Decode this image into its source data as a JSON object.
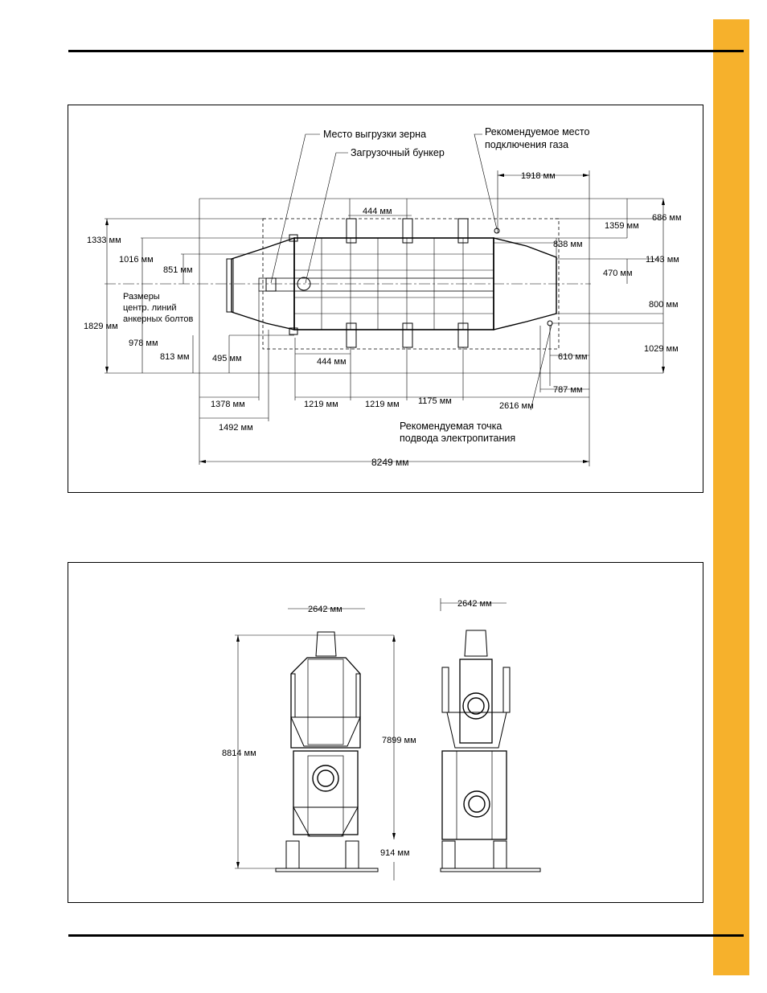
{
  "plan": {
    "grain_discharge": "Место выгрузки зерна",
    "hopper": "Загрузочный бункер",
    "gas_line1": "Рекомендуемое место",
    "gas_line2": "подключения газа",
    "anchor_line1": "Размеры",
    "anchor_line2": "центр. линий",
    "anchor_line3": "анкерных болтов",
    "power_line1": "Рекомендуемая точка",
    "power_line2": "подвода электропитания",
    "dims": {
      "d1918": "1918 мм",
      "d444_top": "444 мм",
      "d686": "686 мм",
      "d1359": "1359 мм",
      "d1333": "1333 мм",
      "d838": "838 мм",
      "d1016": "1016 мм",
      "d1143": "1143 мм",
      "d851": "851 мм",
      "d470": "470 мм",
      "d800": "800 мм",
      "d1829": "1829 мм",
      "d978": "978 мм",
      "d1029": "1029 мм",
      "d813": "813 мм",
      "d495": "495 мм",
      "d444_bot": "444 мм",
      "d610": "610 мм",
      "d787": "787 мм",
      "d1378": "1378 мм",
      "d1219a": "1219 мм",
      "d1219b": "1219 мм",
      "d1175": "1175 мм",
      "d2616": "2616 мм",
      "d1492": "1492 мм",
      "d8249": "8249 мм"
    }
  },
  "elevation": {
    "dims": {
      "d2642_left": "2642 мм",
      "d2642_right": "2642 мм",
      "d8814": "8814 мм",
      "d7899": "7899 мм",
      "d914": "914 мм"
    }
  }
}
